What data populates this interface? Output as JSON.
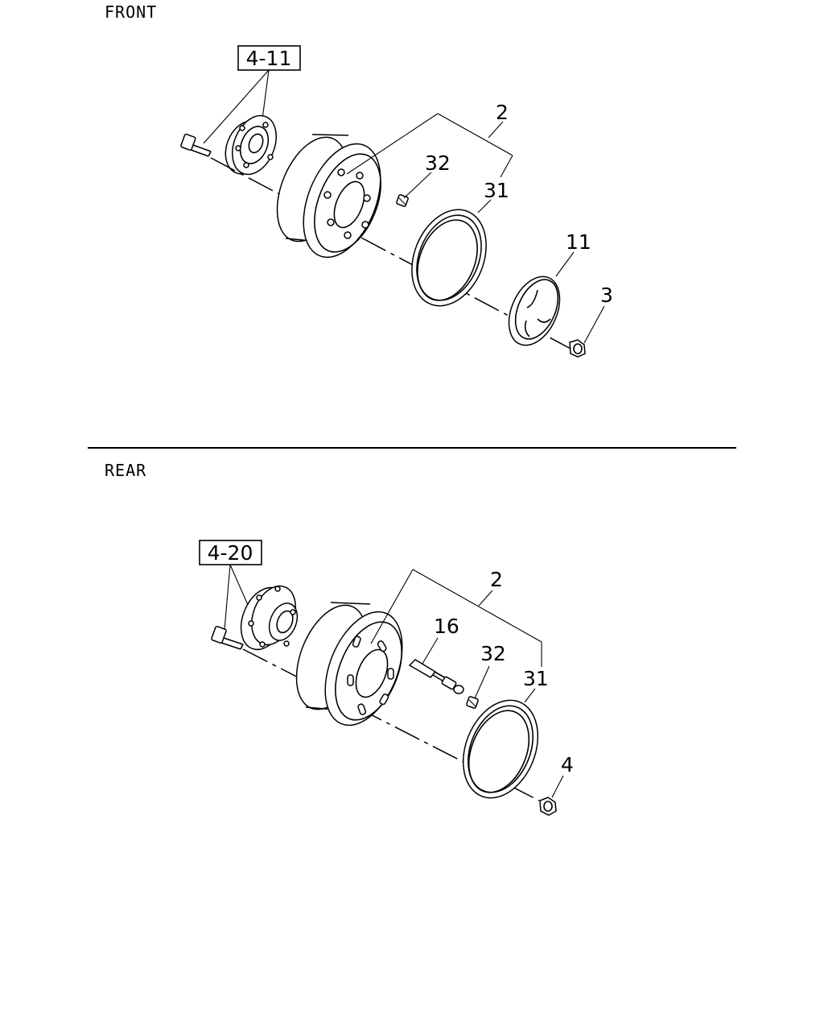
{
  "sections": {
    "front": {
      "title": "FRONT",
      "ref_box": "4-11",
      "callouts": {
        "wheel": "2",
        "valve_cap": "32",
        "tire_ring": "31",
        "hub_cover": "11",
        "nut": "3"
      }
    },
    "rear": {
      "title": "REAR",
      "ref_box": "4-20",
      "callouts": {
        "wheel": "2",
        "extension": "16",
        "valve_cap": "32",
        "tire_ring": "31",
        "nut": "4"
      }
    }
  }
}
